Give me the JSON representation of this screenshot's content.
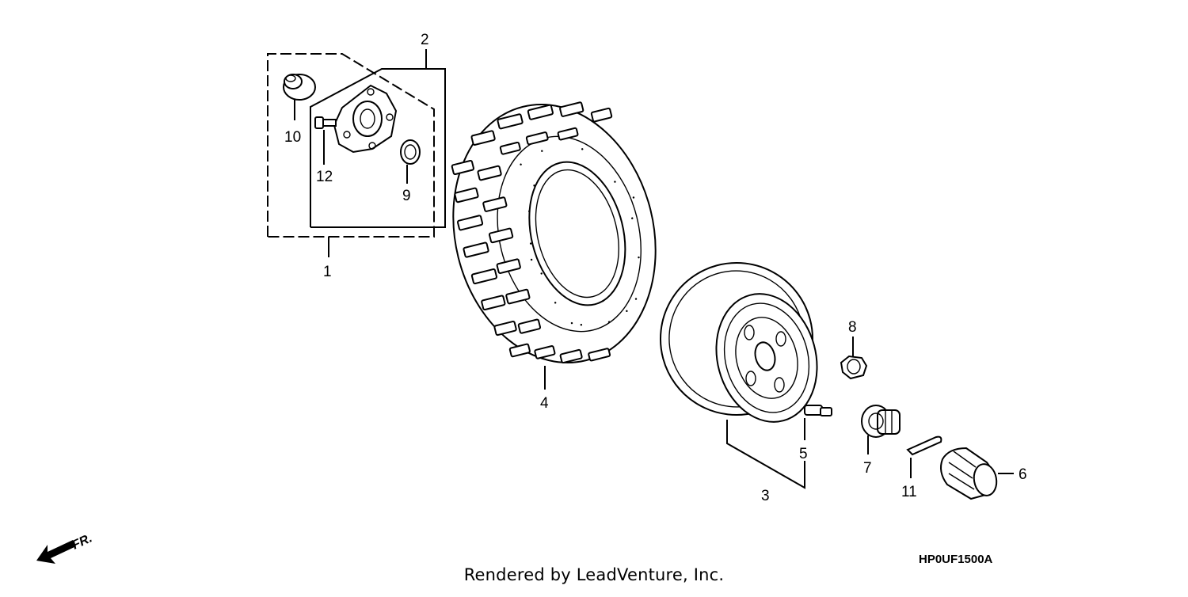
{
  "diagram": {
    "callouts": {
      "c1": "1",
      "c2": "2",
      "c3": "3",
      "c4": "4",
      "c5": "5",
      "c6": "6",
      "c7": "7",
      "c8": "8",
      "c9": "9",
      "c10": "10",
      "c11": "11",
      "c12": "12"
    },
    "direction_label": "FR.",
    "diagram_code": "HP0UF1500A",
    "footer": "Rendered by LeadVenture, Inc."
  }
}
